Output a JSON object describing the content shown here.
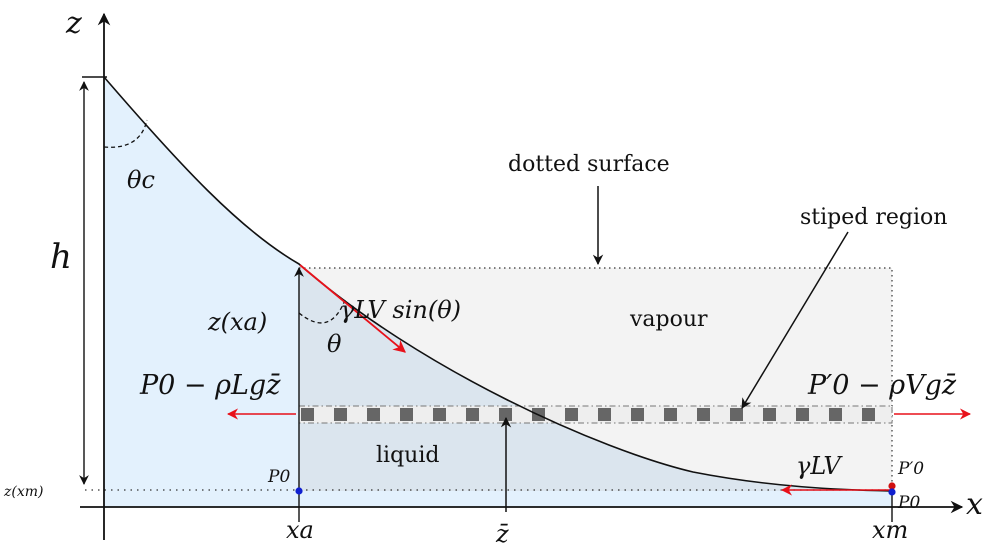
{
  "labels": {
    "z_axis": "z",
    "x_axis": "x",
    "h": "h",
    "theta_c": "θc",
    "theta": "θ",
    "z_xa": "z(xa)",
    "z_xm": "z(xm)",
    "gamma_lv_sin": "γLV sin(θ)",
    "gamma_lv": "γLV",
    "p0_left": "P0",
    "p0_right_bottom": "P0",
    "p0_prime": "P′0",
    "pressure_left": "P0 − ρLgz̄",
    "pressure_right": "P′0 − ρVgz̄",
    "xa": "xa",
    "xm": "xm",
    "zbar": "z̄"
  },
  "annotations": {
    "dotted_surface": "dotted surface",
    "striped_region": "stiped region",
    "vapour": "vapour",
    "liquid": "liquid"
  },
  "colors": {
    "liquid_fill": "#e3f1fd",
    "liquid_under_box": "#dbe5ee",
    "vapour_fill": "#f3f3f3",
    "force_arrow": "#e8111a",
    "dot_blue": "#1020d0",
    "dot_red": "#d01010",
    "stripe_dark": "#666666"
  }
}
